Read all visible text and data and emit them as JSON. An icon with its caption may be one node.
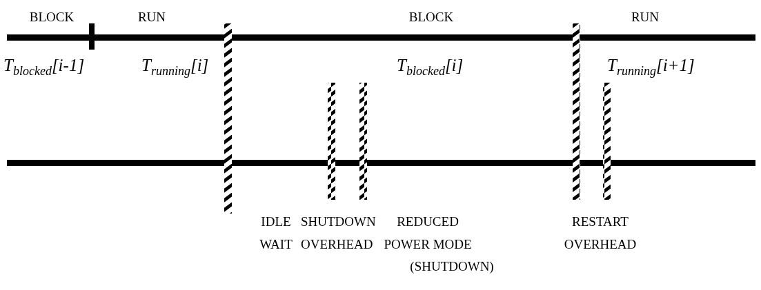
{
  "diagram": {
    "labels": [
      "BLOCK",
      "RUN",
      "BLOCK",
      "RUN",
      "T$_{blocked}$[i-1]",
      "T$_{running}$[i]",
      "T$_{blocked}$[i]",
      "T$_{running}$[i+1]",
      "IDLE WAIT",
      "SHUTDOWN OVERHEAD",
      "REDUCED POWER MODE",
      "RESTART OVERHEAD",
      "(SHUTDOWN)"
    ]
  }
}
